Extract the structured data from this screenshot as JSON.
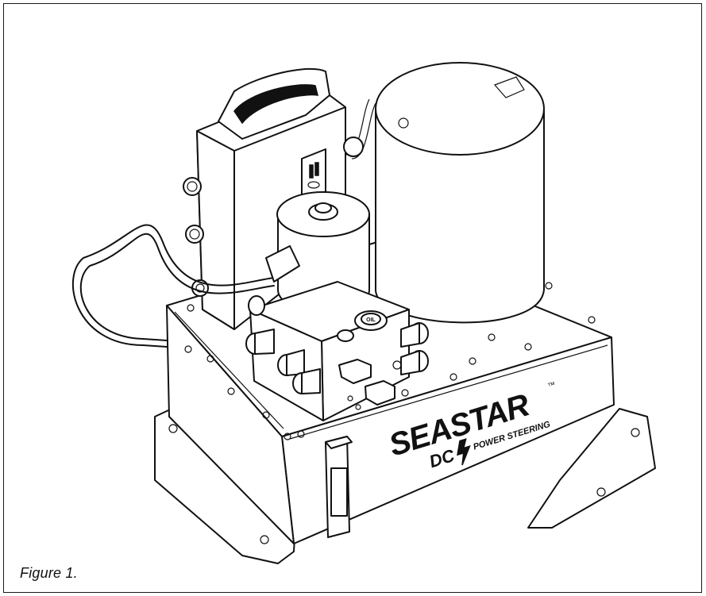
{
  "figure": {
    "caption": "Figure 1.",
    "logo_text": "SEASTAR",
    "logo_tm": "™",
    "logo_sub_dc": "DC",
    "logo_sub_text": "POWER STEERING",
    "indicator_label": "OIL"
  },
  "colors": {
    "line": "#111111",
    "background": "#ffffff"
  }
}
